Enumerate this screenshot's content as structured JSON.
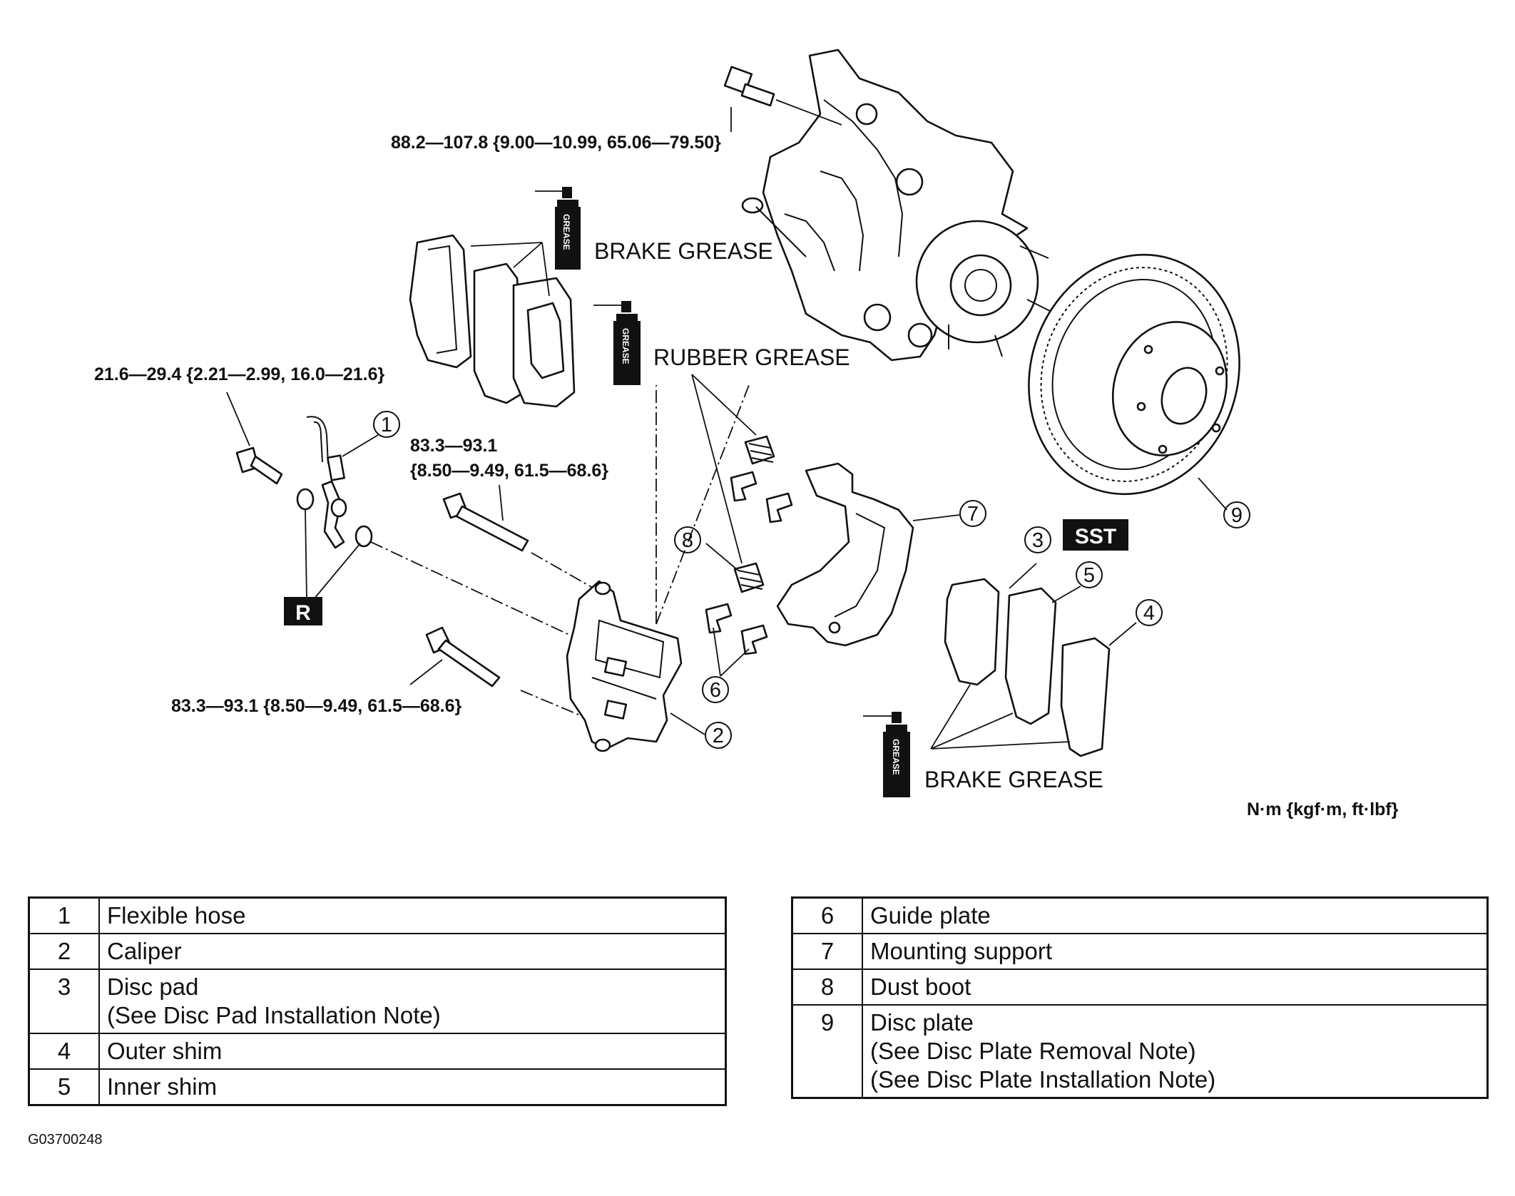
{
  "torque": {
    "upper_bolt": "88.2—107.8 {9.00—10.99, 65.06—79.50}",
    "hose_bolt": "21.6—29.4 {2.21—2.99, 16.0—21.6}",
    "guide_bolt_upper_line1": "83.3—93.1",
    "guide_bolt_upper_line2": "{8.50—9.49, 61.5—68.6}",
    "guide_bolt_lower": "83.3—93.1 {8.50—9.49, 61.5—68.6}"
  },
  "callouts": {
    "brake_grease_top": "BRAKE GREASE",
    "rubber_grease": "RUBBER GREASE",
    "brake_grease_bottom": "BRAKE GREASE",
    "grease_can_text": "GREASE"
  },
  "badges": {
    "replace": "R",
    "sst": "SST"
  },
  "part_numbers": [
    "1",
    "2",
    "3",
    "4",
    "5",
    "6",
    "7",
    "8",
    "9"
  ],
  "unit_note": "N·m {kgf·m, ft·lbf}",
  "parts_left": [
    {
      "num": "1",
      "lines": [
        "Flexible hose"
      ]
    },
    {
      "num": "2",
      "lines": [
        "Caliper"
      ]
    },
    {
      "num": "3",
      "lines": [
        "Disc pad",
        "(See Disc Pad Installation Note)"
      ]
    },
    {
      "num": "4",
      "lines": [
        "Outer shim"
      ]
    },
    {
      "num": "5",
      "lines": [
        "Inner shim"
      ]
    }
  ],
  "parts_right": [
    {
      "num": "6",
      "lines": [
        "Guide plate"
      ]
    },
    {
      "num": "7",
      "lines": [
        "Mounting support"
      ]
    },
    {
      "num": "8",
      "lines": [
        "Dust boot"
      ]
    },
    {
      "num": "9",
      "lines": [
        "Disc plate",
        "(See Disc Plate Removal Note)",
        "(See Disc Plate Installation Note)"
      ]
    }
  ],
  "figure_code": "G03700248"
}
